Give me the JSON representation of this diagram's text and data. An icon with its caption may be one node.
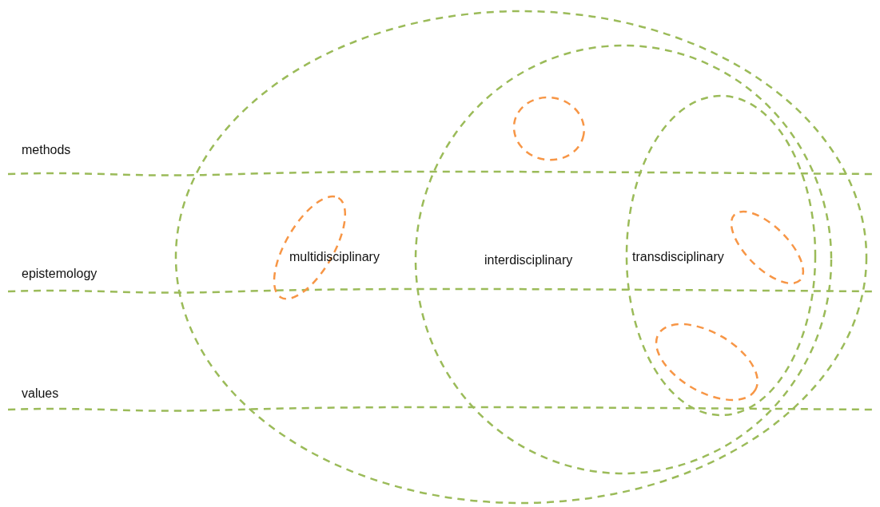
{
  "diagram": {
    "nodes": [
      {
        "text": [
          "multidisciplinary"
        ]
      },
      {
        "text": [],
        "shape": "ellipse",
        "in": 0
      },
      {
        "text": [
          "interdisciplinary"
        ],
        "in": 0
      },
      {
        "text": [],
        "shape": "ellipse",
        "in": 2
      },
      {
        "text": [
          "transdisciplinary"
        ],
        "in": 2
      },
      {
        "text": [],
        "shape": "ellipse",
        "in": 4
      },
      {
        "text": [],
        "shape": "ellipse",
        "in": 4
      }
    ],
    "edges": [],
    "labels": [
      "methods",
      "epistemology",
      "values"
    ]
  }
}
